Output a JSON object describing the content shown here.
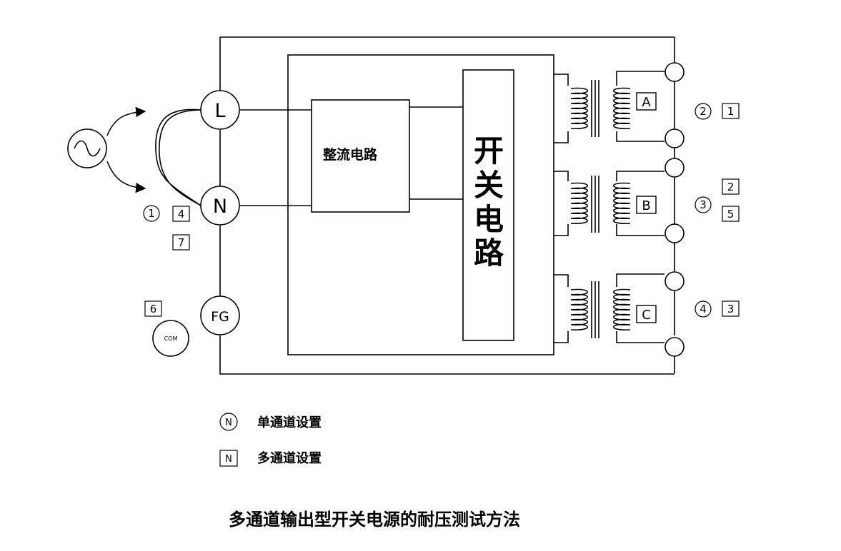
{
  "terminals": {
    "live": "L",
    "neutral": "N",
    "frame_ground": "FG",
    "common": "COM"
  },
  "blocks": {
    "rectifier": "整流电路",
    "switching": [
      "开",
      "关",
      "电",
      "路"
    ]
  },
  "outputs": [
    {
      "label": "A",
      "single_channel": "2",
      "multi_channel": [
        "1"
      ]
    },
    {
      "label": "B",
      "single_channel": "3",
      "multi_channel": [
        "2",
        "5"
      ]
    },
    {
      "label": "C",
      "single_channel": "4",
      "multi_channel": [
        "3"
      ]
    }
  ],
  "input_settings": {
    "single_channel": "1",
    "multi_channel": [
      "4",
      "7"
    ]
  },
  "ground_settings": {
    "multi_channel": "6"
  },
  "legend": {
    "single_symbol": "N",
    "single_text": "单通道设置",
    "multi_symbol": "N",
    "multi_text": "多通道设置"
  },
  "caption": "多通道输出型开关电源的耐压测试方法"
}
